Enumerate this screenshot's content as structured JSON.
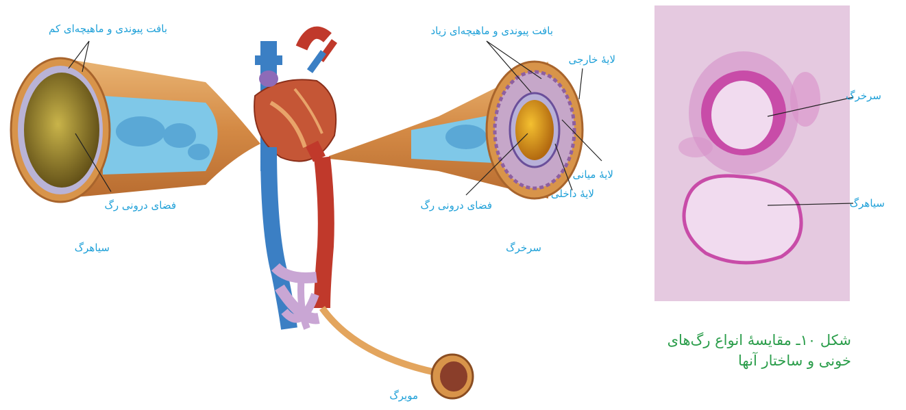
{
  "colors": {
    "label": "#1ea0d8",
    "caption": "#2a9d4a",
    "vein_blue": "#3b7fc4",
    "artery_red": "#c0392b",
    "tissue_orange": "#d9974e",
    "micro_bg": "#e8c9de",
    "micro_stain": "#c94aa8"
  },
  "labels": {
    "vein_wall_note": "بافت پیوندی و ماهیچه‌ای کم",
    "artery_wall_note": "بافت پیوندی و ماهیچه‌ای زیاد",
    "outer_layer": "لایۀ خارجی",
    "middle_layer": "لایۀ میانی",
    "inner_layer": "لایۀ داخلی",
    "vein_lumen": "فضای درونی رگ",
    "artery_lumen": "فضای درونی رگ",
    "vein_name": "سیاهرگ",
    "artery_name": "سرخرگ",
    "capillary_name": "مویرگ",
    "micro_artery": "سرخرگ",
    "micro_vein": "سیاهرگ"
  },
  "caption": {
    "line1": "شکل ۱۰ـ مقایسۀ انواع رگ‌های",
    "line2": "خونی و ساختار آنها"
  }
}
